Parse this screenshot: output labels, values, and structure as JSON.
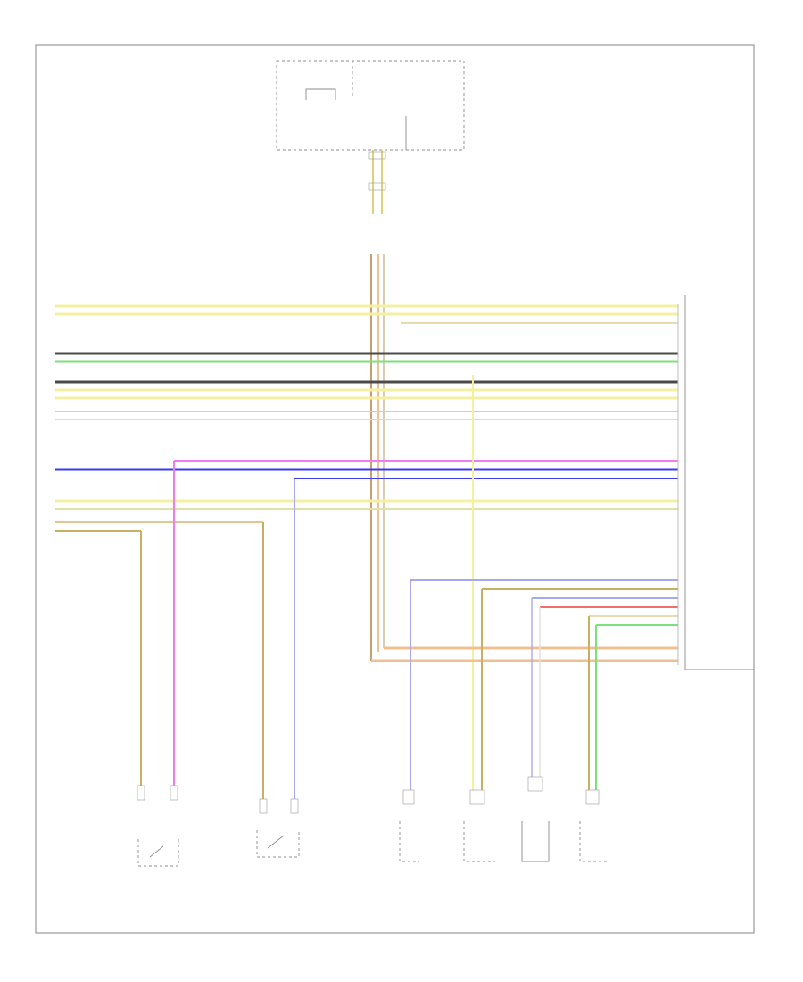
{
  "colors": {
    "yellow": "#f4f0a0",
    "black": "#4a4a4a",
    "green": "#7ce07c",
    "gray": "#b0b0b0",
    "tan": "#e8d9b0",
    "blue": "#3a3af0",
    "pink": "#f07cf0",
    "light_blue": "#a8a8f0",
    "brown_yellow": "#c8b060",
    "orange": "#f0c090",
    "red": "#f07070"
  },
  "diagram": {
    "top_components": [
      {
        "id": "info-module",
        "label": ""
      },
      {
        "id": "telematics-unit",
        "label": ""
      },
      {
        "id": "antenna-amp",
        "label": ""
      }
    ],
    "connector_block": {
      "label": ""
    },
    "main_module": {
      "label": ""
    },
    "bottom_components": [
      {
        "id": "switch-1",
        "label": ""
      },
      {
        "id": "switch-2",
        "label": ""
      },
      {
        "id": "sensor-1",
        "label": ""
      },
      {
        "id": "sensor-2",
        "label": ""
      },
      {
        "id": "sensor-3",
        "label": ""
      },
      {
        "id": "sensor-4",
        "label": ""
      }
    ],
    "footer_note": ""
  }
}
